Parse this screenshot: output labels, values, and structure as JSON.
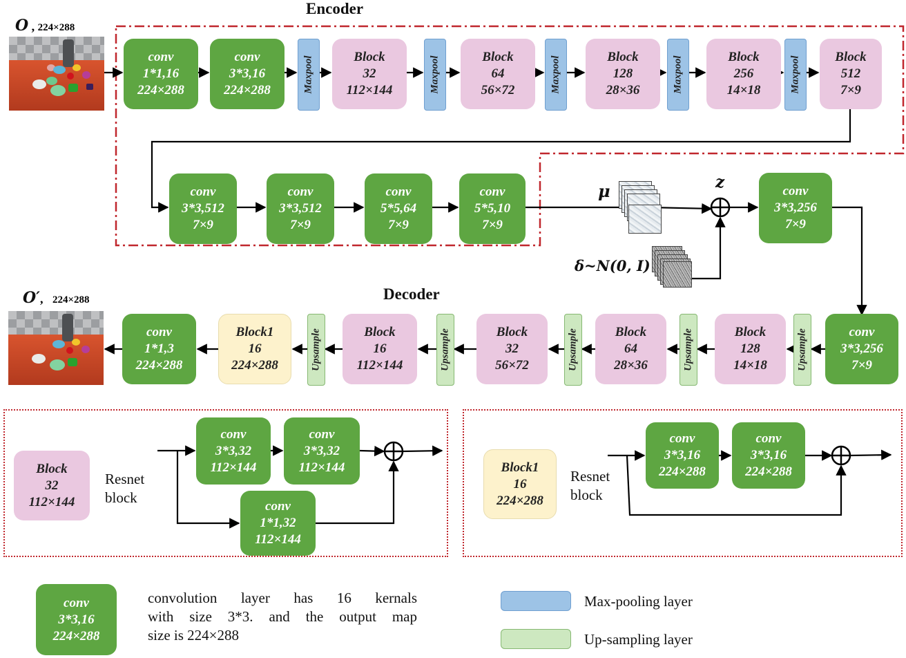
{
  "titles": {
    "encoder": "Encoder",
    "decoder": "Decoder"
  },
  "input": {
    "symbol": "O",
    "size": "224×288"
  },
  "output": {
    "symbol": "O′",
    "size": "224×288"
  },
  "latent": {
    "mu": "μ",
    "z": "z",
    "delta": "δ~N(0, I)"
  },
  "encoder_row1": [
    {
      "kind": "conv",
      "l1": "conv",
      "l2": "1*1,16",
      "l3": "224×288"
    },
    {
      "kind": "conv",
      "l1": "conv",
      "l2": "3*3,16",
      "l3": "224×288"
    },
    {
      "kind": "pool",
      "label": "Maxpool"
    },
    {
      "kind": "block",
      "l1": "Block",
      "l2": "32",
      "l3": "112×144"
    },
    {
      "kind": "pool",
      "label": "Maxpool"
    },
    {
      "kind": "block",
      "l1": "Block",
      "l2": "64",
      "l3": "56×72"
    },
    {
      "kind": "pool",
      "label": "Maxpool"
    },
    {
      "kind": "block",
      "l1": "Block",
      "l2": "128",
      "l3": "28×36"
    },
    {
      "kind": "pool",
      "label": "Maxpool"
    },
    {
      "kind": "block",
      "l1": "Block",
      "l2": "256",
      "l3": "14×18"
    },
    {
      "kind": "pool",
      "label": "Maxpool"
    },
    {
      "kind": "block",
      "l1": "Block",
      "l2": "512",
      "l3": "7×9"
    }
  ],
  "encoder_row2": [
    {
      "l1": "conv",
      "l2": "3*3,512",
      "l3": "7×9"
    },
    {
      "l1": "conv",
      "l2": "3*3,512",
      "l3": "7×9"
    },
    {
      "l1": "conv",
      "l2": "5*5,64",
      "l3": "7×9"
    },
    {
      "l1": "conv",
      "l2": "5*5,10",
      "l3": "7×9"
    }
  ],
  "post_z_conv": {
    "l1": "conv",
    "l2": "3*3,256",
    "l3": "7×9"
  },
  "decoder_row": [
    {
      "kind": "conv",
      "l1": "conv",
      "l2": "3*3,256",
      "l3": "7×9"
    },
    {
      "kind": "up",
      "label": "Upsample"
    },
    {
      "kind": "block",
      "l1": "Block",
      "l2": "128",
      "l3": "14×18"
    },
    {
      "kind": "up",
      "label": "Upsample"
    },
    {
      "kind": "block",
      "l1": "Block",
      "l2": "64",
      "l3": "28×36"
    },
    {
      "kind": "up",
      "label": "Upsample"
    },
    {
      "kind": "block",
      "l1": "Block",
      "l2": "32",
      "l3": "56×72"
    },
    {
      "kind": "up",
      "label": "Upsample"
    },
    {
      "kind": "block",
      "l1": "Block",
      "l2": "16",
      "l3": "112×144"
    },
    {
      "kind": "up",
      "label": "Upsample"
    },
    {
      "kind": "block1",
      "l1": "Block1",
      "l2": "16",
      "l3": "224×288"
    },
    {
      "kind": "conv",
      "l1": "conv",
      "l2": "1*1,3",
      "l3": "224×288"
    }
  ],
  "resnet_block": {
    "example": {
      "l1": "Block",
      "l2": "32",
      "l3": "112×144"
    },
    "label": [
      "Resnet",
      "block"
    ],
    "conv_a": {
      "l1": "conv",
      "l2": "3*3,32",
      "l3": "112×144"
    },
    "conv_b": {
      "l1": "conv",
      "l2": "3*3,32",
      "l3": "112×144"
    },
    "shortcut": {
      "l1": "conv",
      "l2": "1*1,32",
      "l3": "112×144"
    }
  },
  "resnet_block1": {
    "example": {
      "l1": "Block1",
      "l2": "16",
      "l3": "224×288"
    },
    "label": [
      "Resnet",
      "block"
    ],
    "conv_a": {
      "l1": "conv",
      "l2": "3*3,16",
      "l3": "224×288"
    },
    "conv_b": {
      "l1": "conv",
      "l2": "3*3,16",
      "l3": "224×288"
    }
  },
  "legend": {
    "conv_example": {
      "l1": "conv",
      "l2": "3*3,16",
      "l3": "224×288"
    },
    "conv_text": [
      "convolution layer has 16 kernals",
      "with size 3*3. and the output map",
      "size is 224×288"
    ],
    "maxpool_text": "Max-pooling layer",
    "upsample_text": "Up-sampling layer"
  },
  "colors": {
    "conv": "#5ea642",
    "block": "#eac8e0",
    "block1": "#fdf2cc",
    "maxpool": "#9dc3e6",
    "upsample": "#cde8c0",
    "frame": "#c0272d"
  }
}
